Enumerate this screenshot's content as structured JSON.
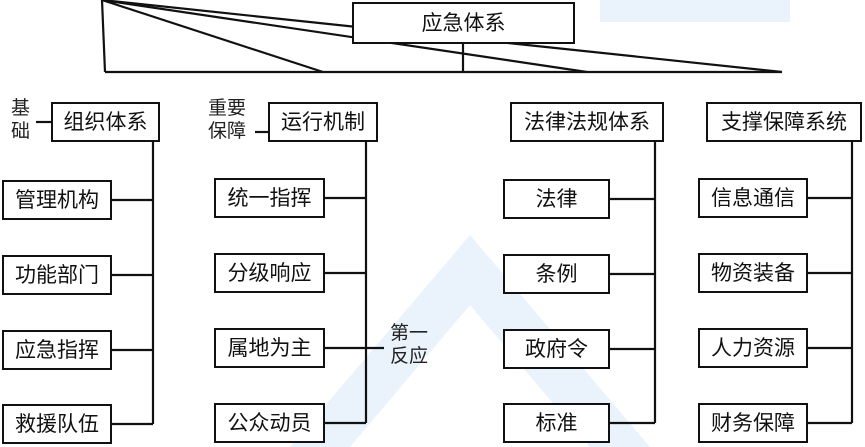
{
  "root": {
    "label": "应急体系"
  },
  "branches": [
    {
      "label": "组织体系",
      "note": [
        "基",
        "础"
      ],
      "items": [
        "管理机构",
        "功能部门",
        "应急指挥",
        "救援队伍"
      ]
    },
    {
      "label": "运行机制",
      "note": [
        "重要",
        "保障"
      ],
      "items": [
        "统一指挥",
        "分级响应",
        "属地为主",
        "公众动员"
      ]
    },
    {
      "label": "法律法规体系",
      "items": [
        "法律",
        "条例",
        "政府令",
        "标准"
      ]
    },
    {
      "label": "支撑保障系统",
      "items": [
        "信息通信",
        "物资装备",
        "人力资源",
        "财务保障"
      ]
    }
  ],
  "side_note": {
    "line1": "第一",
    "line2": "反应"
  },
  "colors": {
    "line": "#111111",
    "watermark": "#2f7fe0"
  }
}
